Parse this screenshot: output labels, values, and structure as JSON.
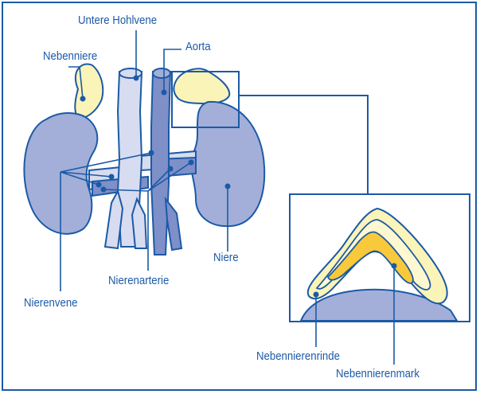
{
  "labels": {
    "inferior_vena_cava": "Untere Hohlvene",
    "adrenal_gland": "Nebenniere",
    "aorta": "Aorta",
    "kidney": "Niere",
    "renal_artery": "Nierenarterie",
    "renal_vein": "Nierenvene",
    "adrenal_cortex": "Nebennierenrinde",
    "adrenal_medulla": "Nebennierenmark"
  },
  "colors": {
    "line": "#1b5aa6",
    "kidney_fill": "#a3afd8",
    "vein_fill": "#d7dcf0",
    "artery_fill": "#7f8fc8",
    "adrenal_fill": "#fbf4b8",
    "medulla_fill": "#f8c93a"
  }
}
